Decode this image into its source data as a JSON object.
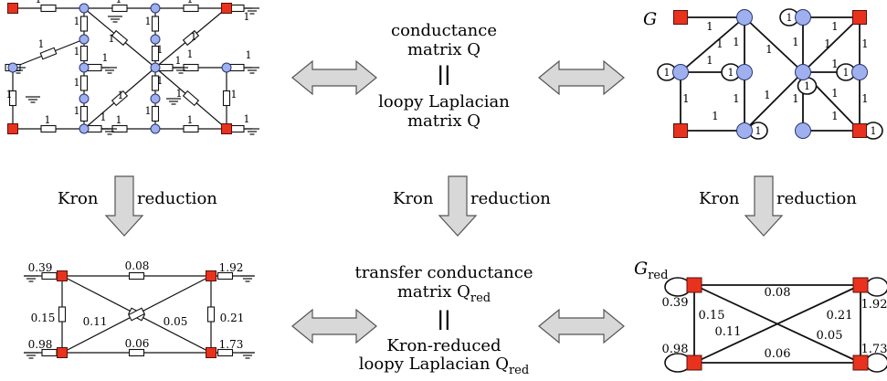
{
  "colors": {
    "terminal_node": "#e8321e",
    "interior_node": "#9fb0ee",
    "wire": "#111111",
    "arrow_fill": "#d8d8d8",
    "arrow_stroke": "#555555"
  },
  "center_top": {
    "line1": "conductance",
    "line2": "matrix Q",
    "equals": "||",
    "line3": "loopy Laplacian",
    "line4": "matrix Q"
  },
  "center_bottom": {
    "line1": "transfer conductance",
    "line2": "matrix Q",
    "line2_sub": "red",
    "equals": "||",
    "line3": "Kron-reduced",
    "line4": "loopy Laplacian Q",
    "line4_sub": "red"
  },
  "kron": {
    "left_label": "Kron",
    "right_label": "reduction"
  },
  "graph_labels": {
    "g": "G",
    "g_red": "G",
    "g_red_sub": "red"
  },
  "unit_weight": "1",
  "reduced_weights": {
    "top": "0.08",
    "bottom": "0.06",
    "left": "0.15",
    "right": "0.21",
    "diag_a": "0.11",
    "diag_b": "0.05",
    "shunt_tl": "0.39",
    "shunt_tr": "1.92",
    "shunt_bl": "0.98",
    "shunt_br": "1.73"
  }
}
